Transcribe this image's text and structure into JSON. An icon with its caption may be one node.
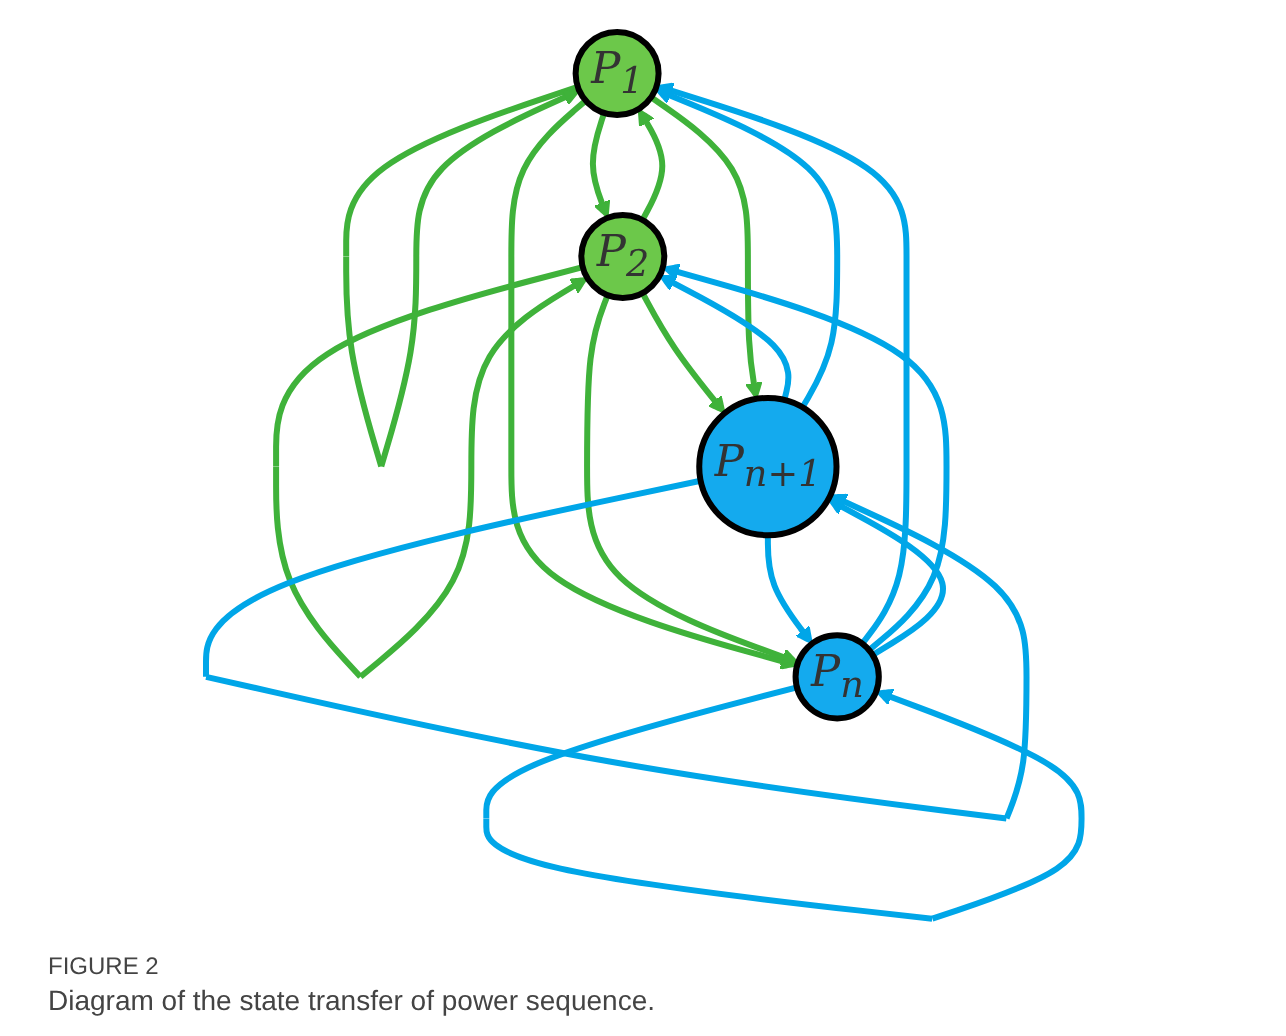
{
  "diagram": {
    "caption": "Diagram of the state transfer of power sequence.",
    "nodes": [
      {
        "text": [
          "P$_{1}$"
        ]
      },
      {
        "text": [
          "P$_{2}$"
        ]
      },
      {
        "text": [
          "P$_{n}$"
        ]
      },
      {
        "text": [
          "P$_{n+1}$"
        ]
      }
    ],
    "edges": [
      {
        "from": 0,
        "to": 0,
        "arrow": "to",
        "color": "#3fb23a"
      },
      {
        "from": 1,
        "to": 1,
        "arrow": "to",
        "color": "#3fb23a"
      },
      {
        "from": 0,
        "to": 1,
        "arrow": "to",
        "color": "#3fb23a"
      },
      {
        "from": 1,
        "to": 0,
        "arrow": "to",
        "color": "#3fb23a"
      },
      {
        "from": 0,
        "to": 2,
        "arrow": "to",
        "color": "#3fb23a"
      },
      {
        "from": 1,
        "to": 3,
        "arrow": "to",
        "color": "#3fb23a"
      },
      {
        "from": 0,
        "to": 3,
        "arrow": "to",
        "color": "#3fb23a"
      },
      {
        "from": 1,
        "to": 2,
        "arrow": "to",
        "color": "#3fb23a"
      },
      {
        "from": 2,
        "to": 0,
        "arrow": "to",
        "color": "#00a6e8"
      },
      {
        "from": 3,
        "to": 1,
        "arrow": "to",
        "color": "#00a6e8"
      },
      {
        "from": 3,
        "to": 0,
        "arrow": "to",
        "color": "#00a6e8"
      },
      {
        "from": 2,
        "to": 1,
        "arrow": "to",
        "color": "#00a6e8"
      },
      {
        "from": 2,
        "to": 3,
        "arrow": "to",
        "color": "#00a6e8"
      },
      {
        "from": 3,
        "to": 2,
        "arrow": "to",
        "color": "#00a6e8"
      },
      {
        "from": 2,
        "to": 2,
        "arrow": "to",
        "color": "#00a6e8"
      },
      {
        "from": 3,
        "to": 3,
        "arrow": "to",
        "color": "#00a6e8"
      }
    ],
    "labels": [
      "FIGURE 2"
    ]
  }
}
